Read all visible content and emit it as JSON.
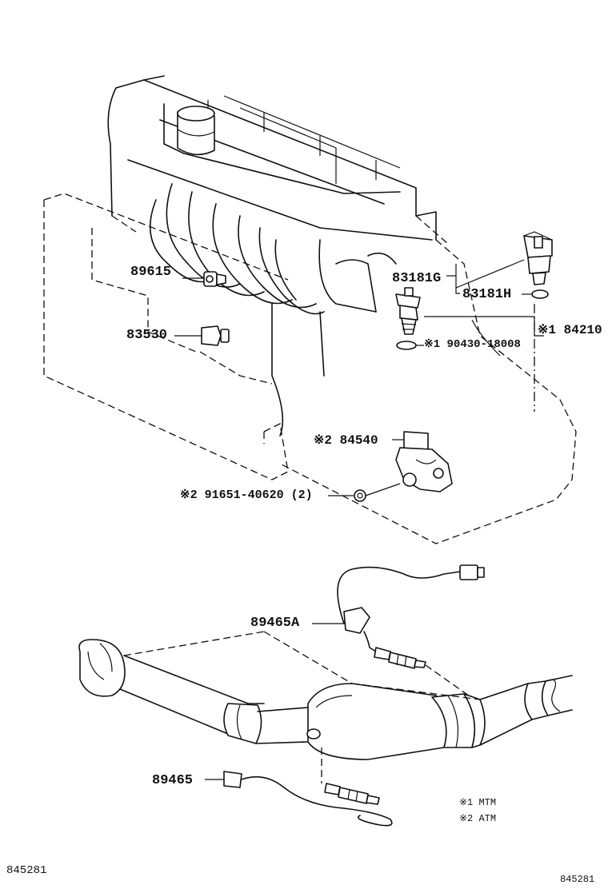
{
  "labels": {
    "p89615": "89615",
    "p83530": "83530",
    "p83181G": "83181G",
    "p83181H": "83181H",
    "p84210": "※1 84210",
    "p90430": "※1 90430-18008",
    "p84540": "※2 84540",
    "p91651": "※2 91651-40620 (2)",
    "p89465A": "89465A",
    "p89465": "89465"
  },
  "legend": {
    "mtm": "※1  MTM",
    "atm": "※2  ATM"
  },
  "codes": {
    "left": "845281",
    "right": "845281"
  }
}
